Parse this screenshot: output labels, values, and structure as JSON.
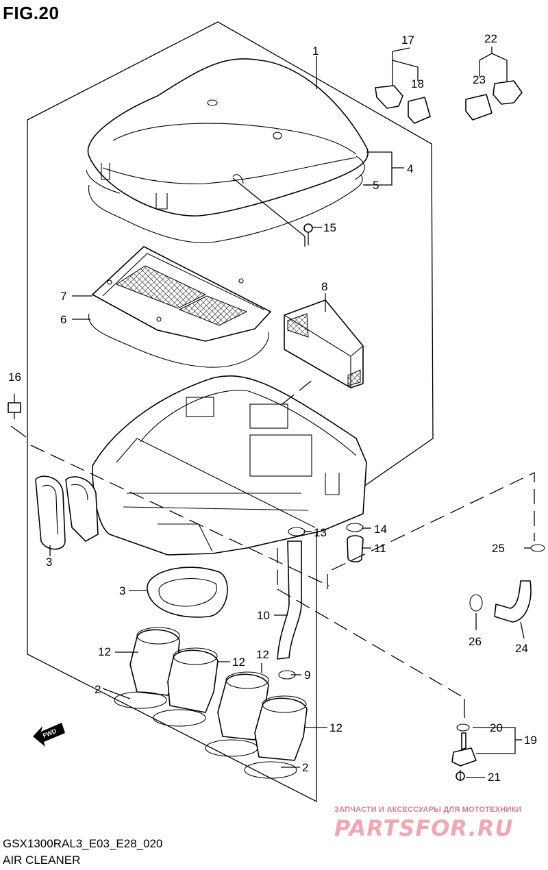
{
  "figure": {
    "title": "FIG.20"
  },
  "callouts": [
    {
      "id": "c1",
      "text": "1"
    },
    {
      "id": "c2a",
      "text": "2"
    },
    {
      "id": "c2b",
      "text": "2"
    },
    {
      "id": "c3a",
      "text": "3"
    },
    {
      "id": "c3b",
      "text": "3"
    },
    {
      "id": "c4",
      "text": "4"
    },
    {
      "id": "c5",
      "text": "5"
    },
    {
      "id": "c6",
      "text": "6"
    },
    {
      "id": "c7",
      "text": "7"
    },
    {
      "id": "c8",
      "text": "8"
    },
    {
      "id": "c9",
      "text": "9"
    },
    {
      "id": "c10",
      "text": "10"
    },
    {
      "id": "c11",
      "text": "11"
    },
    {
      "id": "c12a",
      "text": "12"
    },
    {
      "id": "c12b",
      "text": "12"
    },
    {
      "id": "c12c",
      "text": "12"
    },
    {
      "id": "c12d",
      "text": "12"
    },
    {
      "id": "c13",
      "text": "13"
    },
    {
      "id": "c14",
      "text": "14"
    },
    {
      "id": "c15",
      "text": "15"
    },
    {
      "id": "c16",
      "text": "16"
    },
    {
      "id": "c17",
      "text": "17"
    },
    {
      "id": "c18",
      "text": "18"
    },
    {
      "id": "c19",
      "text": "19"
    },
    {
      "id": "c20",
      "text": "20"
    },
    {
      "id": "c21",
      "text": "21"
    },
    {
      "id": "c22",
      "text": "22"
    },
    {
      "id": "c23",
      "text": "23"
    },
    {
      "id": "c24",
      "text": "24"
    },
    {
      "id": "c25",
      "text": "25"
    },
    {
      "id": "c26",
      "text": "26"
    }
  ],
  "fwd_label": "FWD",
  "footer": {
    "code": "GSX1300RAL3_E03_E28_020",
    "name": "AIR CLEANER"
  },
  "watermark": {
    "tagline": "ЗАПЧАСТИ И АКСЕССУАРЫ ДЛЯ МОТОТЕХНИКИ",
    "logo": "PARTSFOR.RU",
    "color": "#f0a7b4"
  }
}
